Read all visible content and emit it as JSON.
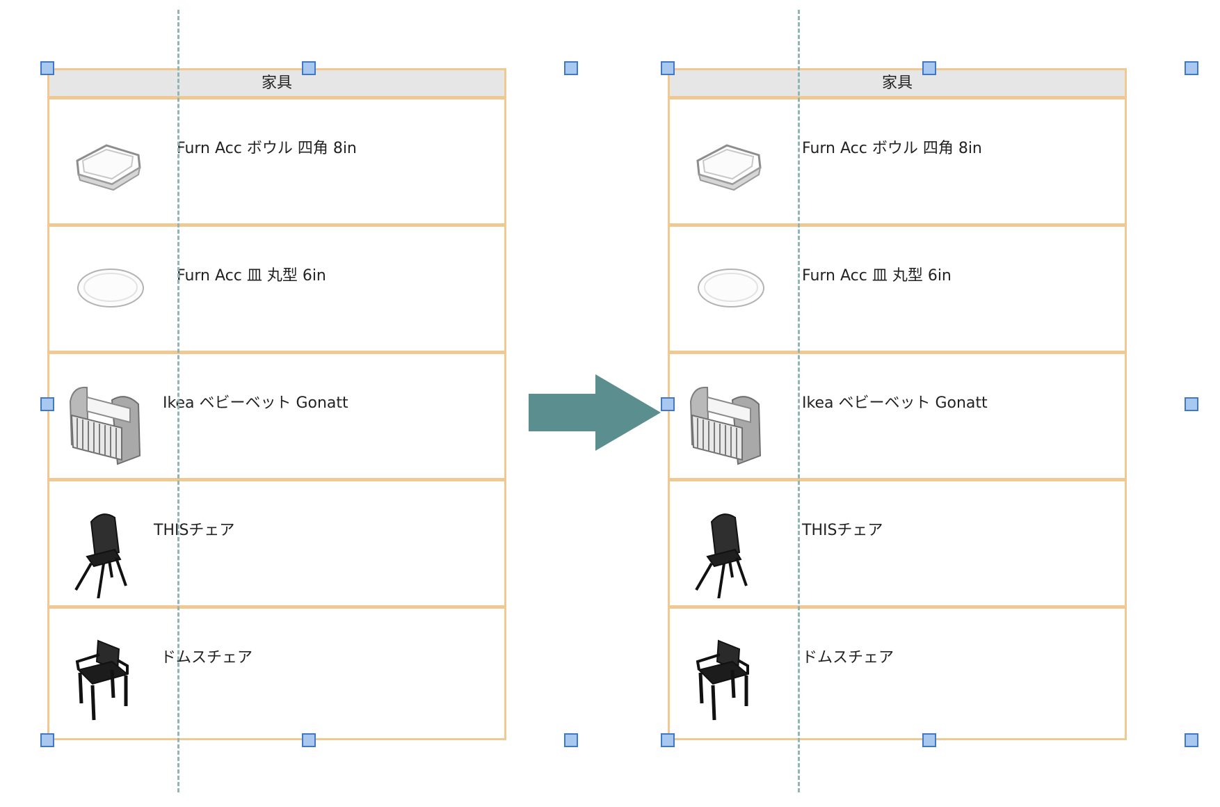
{
  "panels": [
    {
      "id": "before",
      "schedule_title": "家具",
      "rows": [
        {
          "label": "Furn Acc ボウル 四角 8in",
          "icon": "square-bowl-icon"
        },
        {
          "label": "Furn Acc 皿 丸型 6in",
          "icon": "round-plate-icon"
        },
        {
          "label": "Ikea ベビーベット Gonatt",
          "icon": "baby-crib-icon"
        },
        {
          "label": "THISチェア",
          "icon": "this-chair-icon"
        },
        {
          "label": "ドムスチェア",
          "icon": "domus-chair-icon"
        }
      ],
      "label_alignment": "mixed"
    },
    {
      "id": "after",
      "schedule_title": "家具",
      "rows": [
        {
          "label": "Furn Acc ボウル 四角 8in",
          "icon": "square-bowl-icon"
        },
        {
          "label": "Furn Acc 皿 丸型 6in",
          "icon": "round-plate-icon"
        },
        {
          "label": "Ikea ベビーベット Gonatt",
          "icon": "baby-crib-icon"
        },
        {
          "label": "THISチェア",
          "icon": "this-chair-icon"
        },
        {
          "label": "ドムスチェア",
          "icon": "domus-chair-icon"
        }
      ],
      "label_alignment": "aligned-to-guide"
    }
  ],
  "arrow": {
    "direction": "right",
    "icon": "right-arrow-icon"
  },
  "colors": {
    "row_border": "#f0c891",
    "header_fill": "#e6e6e6",
    "guide_line": "#8fb5b5",
    "handle_fill": "#a9c8ef",
    "handle_border": "#3f78c4",
    "arrow": "#5b8f8f"
  }
}
